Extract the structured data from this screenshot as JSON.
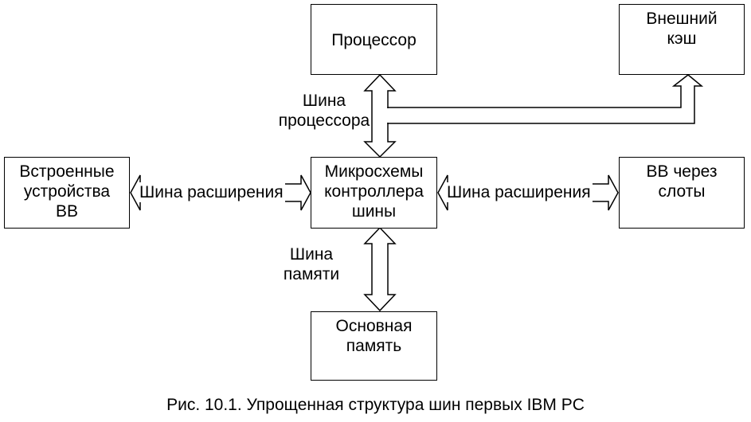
{
  "nodes": {
    "processor": "Процессор",
    "external_cache": "Внешний\nкэш",
    "builtin_io": "Встроенные\nустройства\nВВ",
    "bus_controller": "Микросхемы\nконтроллера\nшины",
    "slot_io": "ВВ через\nслоты",
    "main_memory": "Основная\nпамять"
  },
  "buses": {
    "processor_bus": "Шина\nпроцессора",
    "expansion_bus_left": "Шина расширения",
    "expansion_bus_right": "Шина расширения",
    "memory_bus": "Шина\nпамяти"
  },
  "caption": "Рис. 10.1. Упрощенная структура шин первых IBM PC"
}
